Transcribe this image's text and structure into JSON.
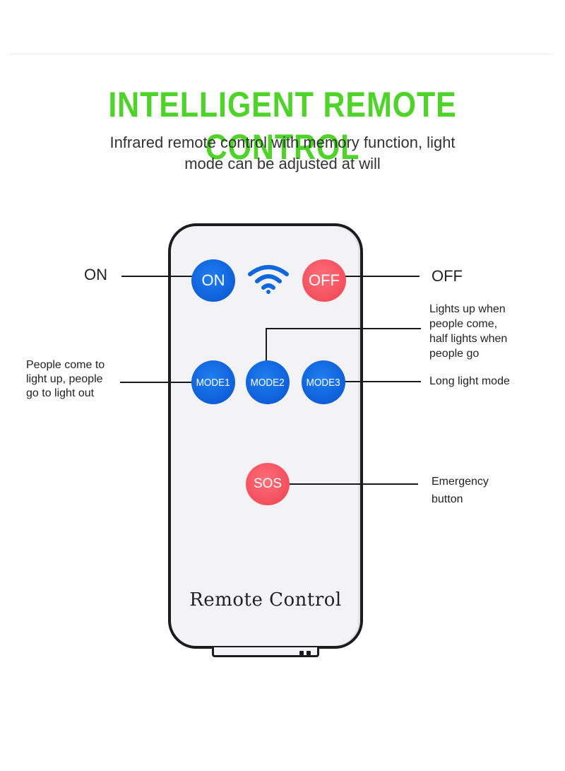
{
  "header": {
    "title": "INTELLIGENT REMOTE CONTROL",
    "subtitle_line1": "Infrared remote control with memory function, light",
    "subtitle_line2": "mode can be adjusted at will"
  },
  "remote": {
    "label": "Remote Control",
    "buttons": {
      "on": "ON",
      "off": "OFF",
      "mode1": "MODE1",
      "mode2": "MODE2",
      "mode3": "MODE3",
      "sos": "SOS"
    },
    "signal_icon": "wifi-icon"
  },
  "callouts": {
    "on": "ON",
    "off": "OFF",
    "mode1": [
      "People come to",
      "light up, people",
      "go to light out"
    ],
    "mode2": [
      "Lights up when",
      "people come,",
      "half lights when",
      "people go"
    ],
    "mode3": "Long light mode",
    "sos": [
      "Emergency",
      "button"
    ]
  },
  "colors": {
    "title_green": "#4fd32a",
    "button_blue": "#0f5fd8",
    "button_red": "#f34e5c"
  }
}
